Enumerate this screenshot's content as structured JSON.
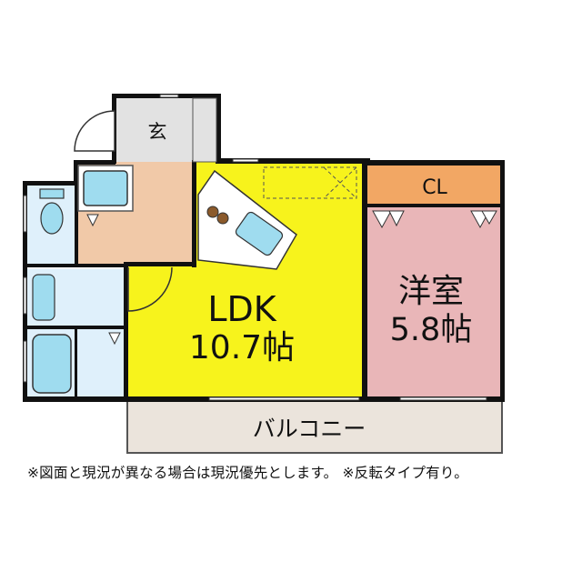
{
  "rooms": {
    "entrance": {
      "label": "玄"
    },
    "closet": {
      "label": "CL"
    },
    "ldk": {
      "name": "LDK",
      "size": "10.7帖"
    },
    "western_room": {
      "name": "洋室",
      "size": "5.8帖"
    },
    "balcony": {
      "label": "バルコニー"
    }
  },
  "colors": {
    "wall": "#111111",
    "ldk": "#f7f31c",
    "western_room": "#e9b6b8",
    "closet": "#f2a764",
    "hall": "#f1c9a8",
    "wet_area": "#dff0fb",
    "entrance": "#e2e2e2",
    "balcony": "#ebe4dc",
    "fixture": "#9fdcef"
  },
  "note": "※図面と現況が異なる場合は現況優先とします。 ※反転タイプ有り。"
}
